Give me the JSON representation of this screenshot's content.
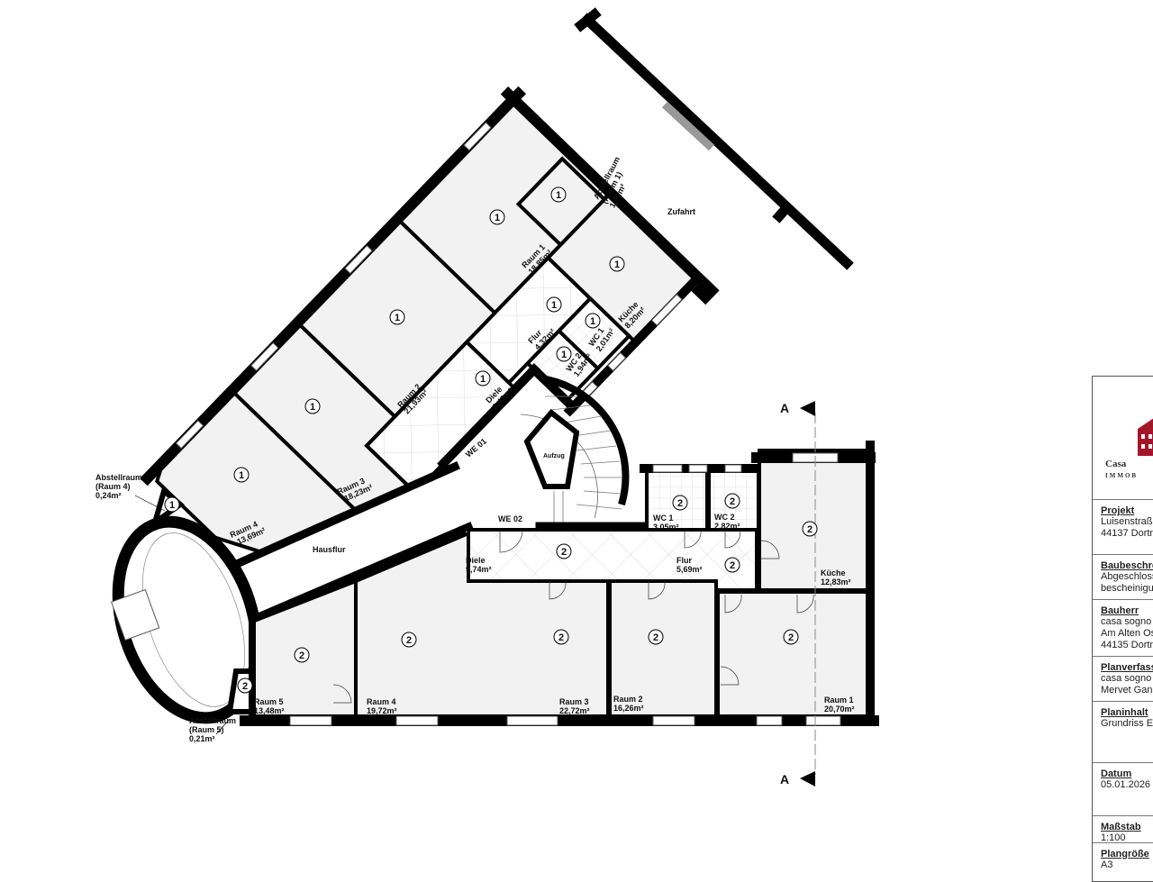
{
  "unit_markers": {
    "we01": "1",
    "we02": "2"
  },
  "we01": {
    "entrance": "WE 01",
    "abstellraum1": [
      "Abstellraum",
      "(Raum 1)",
      "1,71m²"
    ],
    "raum1": [
      "Raum 1",
      "18,85m²"
    ],
    "raum2": [
      "Raum 2",
      "21,93m²"
    ],
    "raum3": [
      "Raum 3",
      "18,23m²"
    ],
    "raum4": [
      "Raum 4",
      "13,69m²"
    ],
    "abstellraum4": [
      "Abstellraum",
      "(Raum 4)",
      "0,24m²"
    ],
    "flur": [
      "Flur",
      "4,32m²"
    ],
    "diele": [
      "Diele",
      "8,43m²"
    ],
    "kueche": [
      "Küche",
      "8,20m²"
    ],
    "wc1": [
      "WC 1",
      "2,01m²"
    ],
    "wc2": [
      "WC 2",
      "1,94m²"
    ]
  },
  "we02": {
    "entrance": "WE 02",
    "diele": [
      "Diele",
      "9,74m²"
    ],
    "flur": [
      "Flur",
      "5,69m²"
    ],
    "wc1": [
      "WC 1",
      "3,05m²"
    ],
    "wc2": [
      "WC 2",
      "2,82m²"
    ],
    "kueche": [
      "Küche",
      "12,83m²"
    ],
    "raum1": [
      "Raum 1",
      "20,70m²"
    ],
    "raum2": [
      "Raum 2",
      "16,26m²"
    ],
    "raum3": [
      "Raum 3",
      "22,72m²"
    ],
    "raum4": [
      "Raum 4",
      "19,72m²"
    ],
    "raum5": [
      "Raum 5",
      "13,48m²"
    ],
    "abstellraum5": [
      "Abstellraum",
      "(Raum 5)",
      "0,21m²"
    ]
  },
  "common": {
    "hausflur": "Hausflur",
    "aufzug": "Aufzug",
    "zufahrt": "Zufahrt"
  },
  "section_marker": "A",
  "colors": {
    "wall": "#000000",
    "room_fill": "#f2f2f2",
    "logo_red": "#a3162a"
  },
  "title_block": {
    "logo_text": "Casa",
    "logo_subtext": "IMMOB",
    "sections": [
      {
        "heading": "Projekt",
        "lines": [
          "Luisenstraß",
          "44137 Dortm"
        ]
      },
      {
        "heading": "Baubeschre",
        "lines": [
          "Abgeschloss",
          "bescheinigu"
        ]
      },
      {
        "heading": "Bauherr",
        "lines": [
          "casa sogno",
          "Am Alten Os",
          "44135 Dortm"
        ]
      },
      {
        "heading": "Planverfass",
        "lines": [
          "casa sogno",
          "Mervet Gan"
        ]
      },
      {
        "heading": "Planinhalt",
        "lines": [
          "Grundriss E"
        ]
      },
      {
        "heading": "Datum",
        "lines": [
          "05.01.2026"
        ]
      },
      {
        "heading": "Maßstab",
        "lines": [
          "1:100"
        ]
      },
      {
        "heading": "Plangröße",
        "lines": [
          "A3"
        ]
      }
    ]
  }
}
